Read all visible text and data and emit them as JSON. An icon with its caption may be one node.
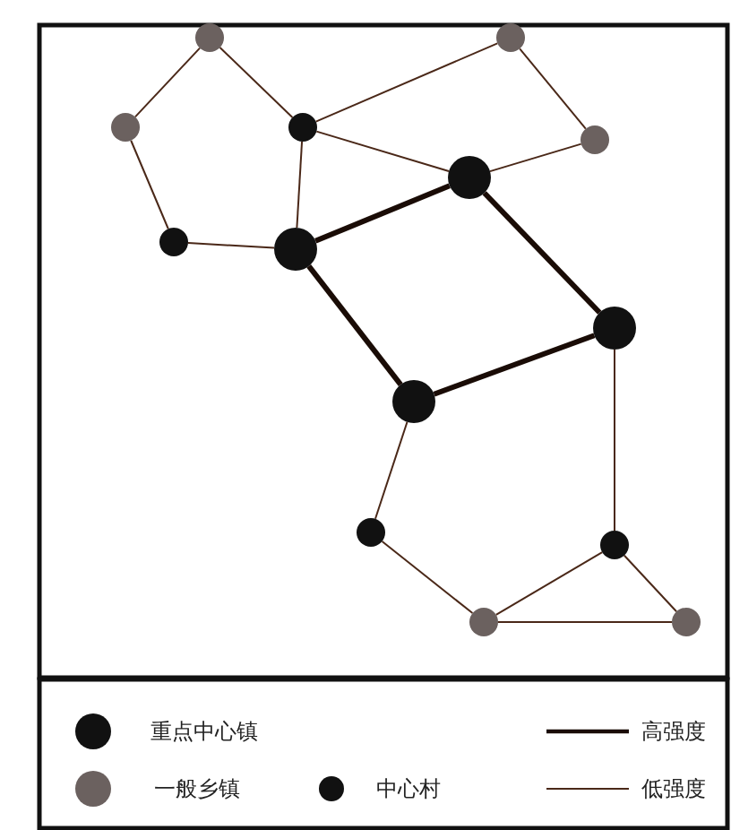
{
  "diagram": {
    "nodes": [
      {
        "text": [],
        "shape": "circle"
      },
      {
        "text": [],
        "shape": "circle"
      },
      {
        "text": [],
        "shape": "circle"
      },
      {
        "text": [],
        "shape": "circle"
      },
      {
        "text": [],
        "shape": "circle"
      },
      {
        "text": [],
        "shape": "circle"
      },
      {
        "text": [],
        "shape": "circle"
      },
      {
        "text": [],
        "shape": "circle"
      },
      {
        "text": [],
        "shape": "circle"
      },
      {
        "text": [],
        "shape": "circle"
      },
      {
        "text": [],
        "shape": "circle"
      },
      {
        "text": [],
        "shape": "circle"
      },
      {
        "text": [],
        "shape": "circle"
      },
      {
        "text": [],
        "shape": "circle"
      }
    ],
    "edges": [
      {
        "from": 0,
        "to": 2,
        "arrow": "none"
      },
      {
        "from": 0,
        "to": 3,
        "arrow": "none"
      },
      {
        "from": 3,
        "to": 1,
        "arrow": "none"
      },
      {
        "from": 1,
        "to": 4,
        "arrow": "none"
      },
      {
        "from": 2,
        "to": 6,
        "arrow": "none"
      },
      {
        "from": 3,
        "to": 5,
        "arrow": "none"
      },
      {
        "from": 4,
        "to": 5,
        "arrow": "none"
      },
      {
        "from": 3,
        "to": 7,
        "arrow": "none"
      },
      {
        "from": 6,
        "to": 7,
        "arrow": "none"
      },
      {
        "from": 7,
        "to": 5,
        "arrow": "none",
        "style": "thick",
        "color": "#1a0c06"
      },
      {
        "from": 5,
        "to": 8,
        "arrow": "none",
        "style": "thick",
        "color": "#1a0c06"
      },
      {
        "from": 7,
        "to": 9,
        "arrow": "none",
        "style": "thick",
        "color": "#1a0c06"
      },
      {
        "from": 9,
        "to": 8,
        "arrow": "none",
        "style": "thick",
        "color": "#1a0c06"
      },
      {
        "from": 9,
        "to": 10,
        "arrow": "none"
      },
      {
        "from": 8,
        "to": 11,
        "arrow": "none"
      },
      {
        "from": 10,
        "to": 12,
        "arrow": "none"
      },
      {
        "from": 11,
        "to": 12,
        "arrow": "none"
      },
      {
        "from": 11,
        "to": 13,
        "arrow": "none"
      },
      {
        "from": 12,
        "to": 13,
        "arrow": "none"
      }
    ],
    "legend": [
      {
        "text": "重点中心镇",
        "color": "#111111"
      },
      {
        "text": "高强度"
      },
      {
        "text": "一般乡镇",
        "color": "#6b615f"
      },
      {
        "text": "中心村",
        "color": "#111111"
      },
      {
        "text": "低强度"
      }
    ]
  }
}
